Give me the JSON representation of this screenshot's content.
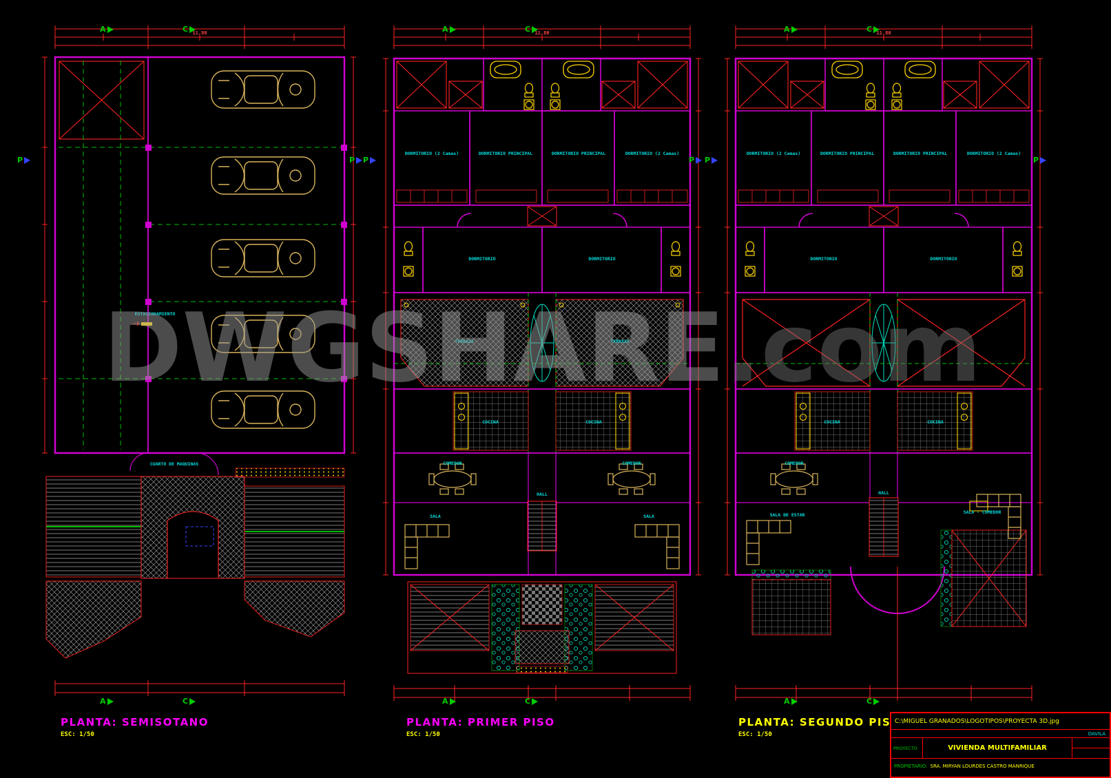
{
  "canvas": {
    "background": "#000000"
  },
  "watermark": {
    "text": "DWGSHARE",
    "suffix": ".com"
  },
  "grid_letters": {
    "a": "A",
    "c": "C",
    "p": "P"
  },
  "colors": {
    "walls_magenta": "#d000d0",
    "dimensions_red": "#ff2222",
    "axes_green": "#00bb00",
    "fixtures_yellow": "#ffd400",
    "labels_cyan": "#00e0e0",
    "hatch_gray": "#8c8c8c",
    "title_magenta": "#ff00ff",
    "title_yellow": "#ffff00"
  },
  "plans": [
    {
      "title": "PLANTA: SEMISOTANO",
      "scale": "ESC: 1/50",
      "top_dim": "11.80",
      "rooms": [
        {
          "label": "ESTACIONAMIENTO"
        },
        {
          "label": "CUARTO DE MAQUINAS"
        }
      ]
    },
    {
      "title": "PLANTA: PRIMER PISO",
      "scale": "ESC: 1/50",
      "top_dim": "11.80",
      "rooms": [
        {
          "label": "DORMITORIO (2 Camas)"
        },
        {
          "label": "DORMITORIO PRINCIPAL"
        },
        {
          "label": "DORMITORIO PRINCIPAL"
        },
        {
          "label": "DORMITORIO (2 Camas)"
        },
        {
          "label": "DORMITORIO"
        },
        {
          "label": "DORMITORIO"
        },
        {
          "label": "TERRAZA"
        },
        {
          "label": "TERRAZA"
        },
        {
          "label": "COCINA"
        },
        {
          "label": "COCINA"
        },
        {
          "label": "COMEDOR"
        },
        {
          "label": "COMEDOR"
        },
        {
          "label": "SALA"
        },
        {
          "label": "SALA"
        },
        {
          "label": "HALL"
        }
      ]
    },
    {
      "title": "PLANTA: SEGUNDO PISO",
      "scale": "ESC: 1/50",
      "top_dim": "11.80",
      "rooms": [
        {
          "label": "DORMITORIO (2 Camas)"
        },
        {
          "label": "DORMITORIO PRINCIPAL"
        },
        {
          "label": "DORMITORIO PRINCIPAL"
        },
        {
          "label": "DORMITORIO (2 Camas)"
        },
        {
          "label": "DORMITORIO"
        },
        {
          "label": "DORMITORIO"
        },
        {
          "label": "COCINA"
        },
        {
          "label": "COCINA"
        },
        {
          "label": "COMEDOR"
        },
        {
          "label": "SALA DE ESTAR"
        },
        {
          "label": "SALA - COMEDOR"
        },
        {
          "label": "HALL"
        }
      ]
    }
  ],
  "title_block": {
    "path_text": "C:\\MIGUEL GRANADOS\\LOGOTIPOS\\PROYECTA 3D.jpg",
    "strip_label": "DAVILA",
    "project_label": "PROYECTO",
    "project_name": "VIVIENDA MULTIFAMILIAR",
    "owner_label": "PROPIETARIO:",
    "owner_name": "SRA. MIRYAN LOURDES CASTRO MANRIQUE"
  }
}
